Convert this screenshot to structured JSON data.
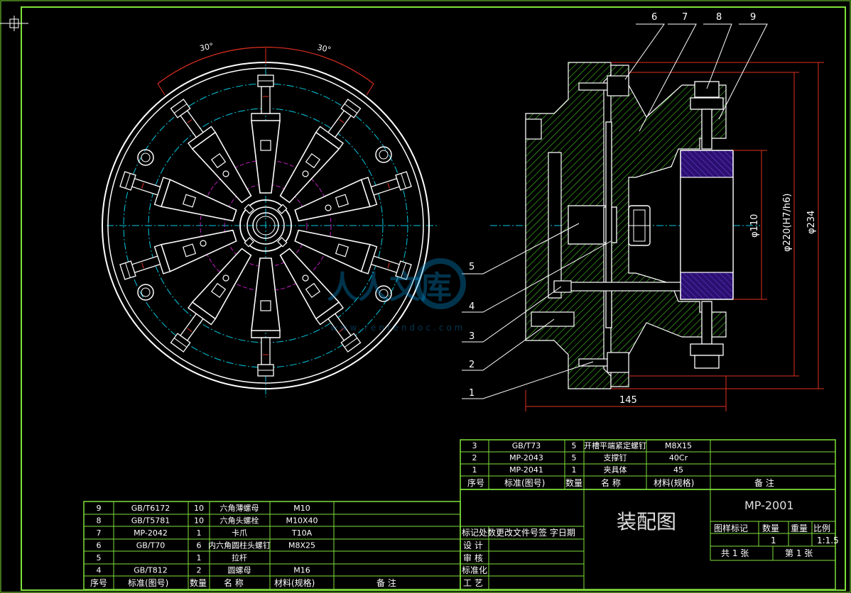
{
  "drawing": {
    "title": "装配图",
    "drawing_no": "MP-2001",
    "view_angles": [
      "30°",
      "30°"
    ],
    "balloons": [
      "1",
      "2",
      "3",
      "4",
      "5",
      "6",
      "7",
      "8",
      "9"
    ],
    "dimensions": {
      "length": "145",
      "d110": "φ110",
      "d220": "φ220(H7/h6)",
      "d234": "φ234"
    },
    "watermark": "人人文库",
    "watermark_url": "www.renrendoc.com"
  },
  "bom_upper": {
    "rows": [
      {
        "no": "3",
        "std": "GB/T73",
        "qty": "5",
        "name": "开槽平端紧定螺钉",
        "mat": "M8X15",
        "note": ""
      },
      {
        "no": "2",
        "std": "MP-2043",
        "qty": "5",
        "name": "支撑钉",
        "mat": "40Cr",
        "note": ""
      },
      {
        "no": "1",
        "std": "MP-2041",
        "qty": "1",
        "name": "夹具体",
        "mat": "45",
        "note": ""
      }
    ],
    "header": {
      "no": "序号",
      "std": "标准(图号)",
      "qty": "数量",
      "name": "名  称",
      "mat": "材料(规格)",
      "note": "备    注"
    }
  },
  "bom_lower": {
    "rows": [
      {
        "no": "9",
        "std": "GB/T6172",
        "qty": "10",
        "name": "六角薄螺母",
        "mat": "M10"
      },
      {
        "no": "8",
        "std": "GB/T5781",
        "qty": "10",
        "name": "六角头螺栓",
        "mat": "M10X40"
      },
      {
        "no": "7",
        "std": "MP-2042",
        "qty": "1",
        "name": "卡爪",
        "mat": "T10A"
      },
      {
        "no": "6",
        "std": "GB/T70",
        "qty": "6",
        "name": "内六角圆柱头螺钉",
        "mat": "M8X25"
      },
      {
        "no": "5",
        "std": "",
        "qty": "1",
        "name": "拉杆",
        "mat": ""
      },
      {
        "no": "4",
        "std": "GB/T812",
        "qty": "2",
        "name": "圆螺母",
        "mat": "M16"
      }
    ],
    "header": {
      "no": "序号",
      "std": "标准(图号)",
      "qty": "数量",
      "name": "名  称",
      "mat": "材料(规格)",
      "note": "备    注"
    }
  },
  "title_block": {
    "rev_header": "标记处数更改文件号签  字日期",
    "roles": [
      "设  计",
      "审  核",
      "标准化",
      "工  艺"
    ],
    "labels": {
      "stage": "图样标记",
      "qty": "数量",
      "weight": "重量",
      "scale": "比例"
    },
    "values": {
      "qty": "1",
      "scale": "1:1.5"
    },
    "sheets_total": "共 1 张",
    "sheet_no": "第 1 张"
  },
  "colors": {
    "frame": "#7fe03a",
    "outline": "#ffffff",
    "center": "#00c8e0",
    "pitch": "#c020c0",
    "dim": "#e03020"
  }
}
